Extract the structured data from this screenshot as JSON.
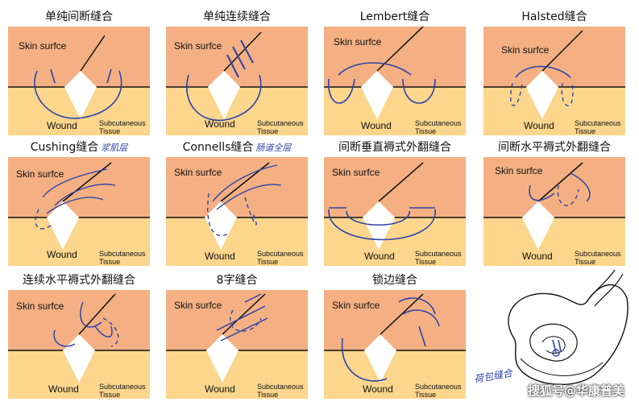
{
  "colors": {
    "skin": "#f4b083",
    "subcutaneous": "#fcd68c",
    "ink": "#2d43a8",
    "wound": "#ffffff",
    "line": "#111111"
  },
  "labels": {
    "skin": "Skin surfce",
    "wound": "Wound",
    "subcutaneous_1": "Subcutaneous",
    "subcutaneous_2": "Tissue"
  },
  "panels": [
    {
      "title": "单纯间断缝合",
      "note": ""
    },
    {
      "title": "单纯连续缝合",
      "note": ""
    },
    {
      "title": "Lembert缝合",
      "note": ""
    },
    {
      "title": "Halsted缝合",
      "note": ""
    },
    {
      "title": "Cushing缝合",
      "note": "浆肌层"
    },
    {
      "title": "Connells缝合",
      "note": "肠道全层"
    },
    {
      "title": "间断垂直褥式外翻缝合",
      "note": ""
    },
    {
      "title": "间断水平褥式外翻缝合",
      "note": ""
    },
    {
      "title": "连续水平褥式外翻缝合",
      "note": ""
    },
    {
      "title": "8字缝合",
      "note": ""
    },
    {
      "title": "锁边缝合",
      "note": ""
    }
  ],
  "illustration": {
    "label": "荷包缝合"
  },
  "watermark": "搜狐号@华康普美"
}
